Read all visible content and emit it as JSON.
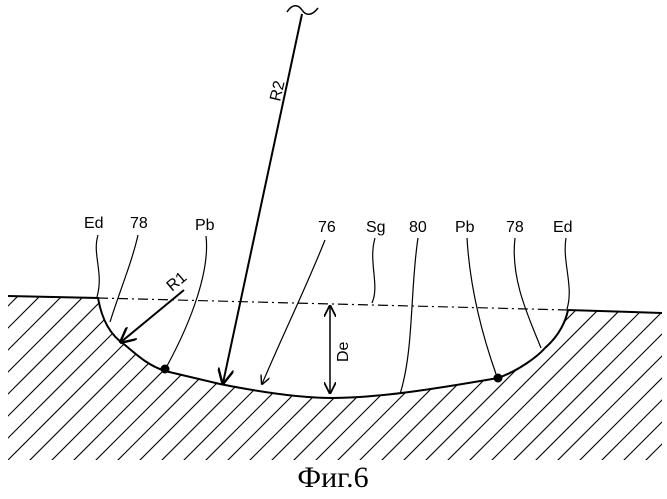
{
  "figure": {
    "caption": "Фиг.6",
    "labels": {
      "ed_left": "Ed",
      "n78_left": "78",
      "pb_left": "Pb",
      "n76": "76",
      "sg": "Sg",
      "n80": "80",
      "pb_right": "Pb",
      "n78_right": "78",
      "ed_right": "Ed",
      "r1": "R1",
      "r2": "R2",
      "de": "De"
    }
  }
}
